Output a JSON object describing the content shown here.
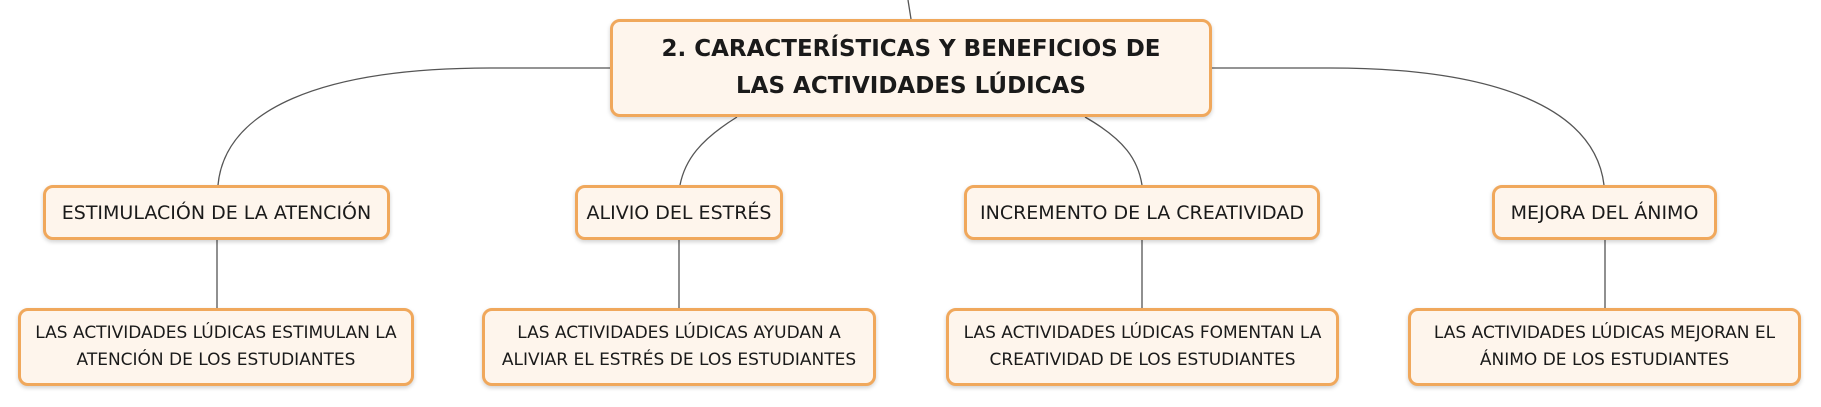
{
  "root": {
    "title": "2. CARACTERÍSTICAS Y BENEFICIOS DE LAS ACTIVIDADES LÚDICAS"
  },
  "branches": [
    {
      "label": "ESTIMULACIÓN DE LA ATENCIÓN",
      "detail": "LAS ACTIVIDADES LÚDICAS ESTIMULAN LA ATENCIÓN DE LOS ESTUDIANTES"
    },
    {
      "label": "ALIVIO DEL ESTRÉS",
      "detail": "LAS ACTIVIDADES LÚDICAS AYUDAN A ALIVIAR EL ESTRÉS DE LOS ESTUDIANTES"
    },
    {
      "label": "INCREMENTO DE LA CREATIVIDAD",
      "detail": "LAS ACTIVIDADES LÚDICAS FOMENTAN LA CREATIVIDAD DE LOS ESTUDIANTES"
    },
    {
      "label": "MEJORA DEL ÁNIMO",
      "detail": "LAS ACTIVIDADES LÚDICAS MEJORAN EL ÁNIMO DE LOS ESTUDIANTES"
    }
  ],
  "colors": {
    "node_fill": "#fef5ec",
    "node_border": "#f0a85c",
    "connector": "#555555",
    "text": "#1a1a1a"
  }
}
